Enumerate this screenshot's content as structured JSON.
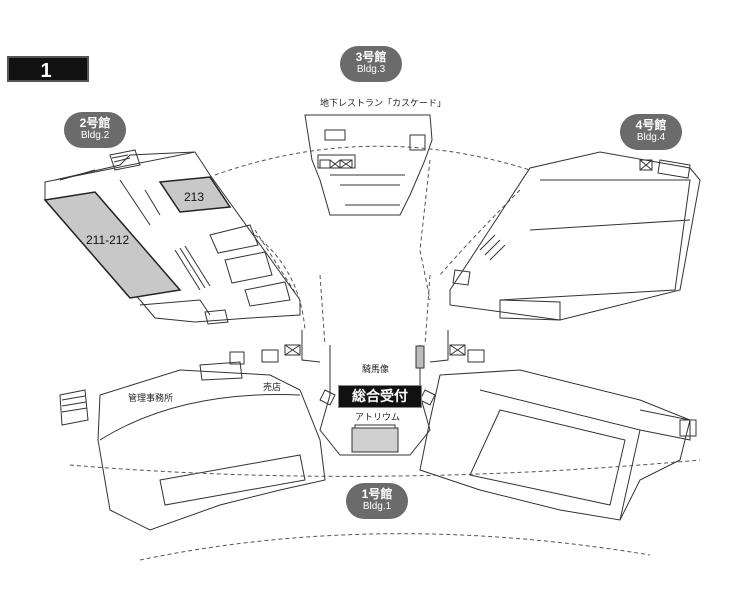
{
  "floor": {
    "label": "1 F"
  },
  "buildings": {
    "bldg1": {
      "jp": "1号館",
      "en": "Bldg.1"
    },
    "bldg2": {
      "jp": "2号館",
      "en": "Bldg.2"
    },
    "bldg3": {
      "jp": "3号館",
      "en": "Bldg.3"
    },
    "bldg4": {
      "jp": "4号館",
      "en": "Bldg.4"
    }
  },
  "rooms": {
    "r211_212": "211-212",
    "r213": "213"
  },
  "labels": {
    "restaurant": "地下レストラン「カスケード」",
    "admin_office": "管理事務所",
    "shop": "売店",
    "statue": "騎馬像",
    "reception": "総合受付",
    "atrium": "アトリウム"
  },
  "colors": {
    "room_fill": "#c8c8c8",
    "badge_bg": "#6b6b6b",
    "line": "#333333"
  }
}
